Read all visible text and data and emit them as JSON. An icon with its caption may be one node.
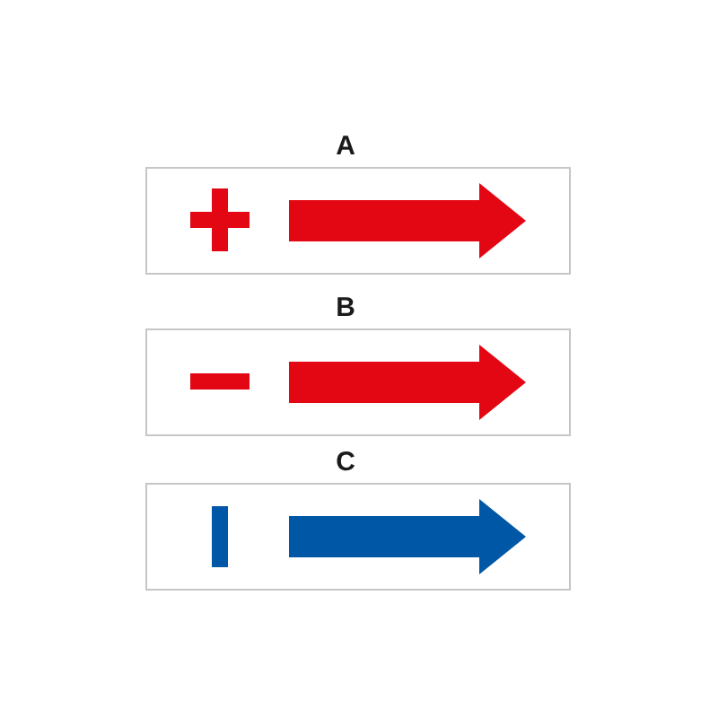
{
  "diagram": {
    "nodes": [
      {
        "text": [
          "A"
        ]
      },
      {
        "text": [],
        "shape": "plus",
        "in": 0
      },
      {
        "text": [],
        "shape": "arrow",
        "in": 0
      },
      {
        "text": [
          "B"
        ]
      },
      {
        "text": [],
        "shape": "minus",
        "in": 3
      },
      {
        "text": [],
        "shape": "arrow",
        "in": 3
      },
      {
        "text": [
          "C"
        ]
      },
      {
        "text": [],
        "shape": "bar",
        "in": 6
      },
      {
        "text": [],
        "shape": "arrow",
        "in": 6
      }
    ]
  }
}
